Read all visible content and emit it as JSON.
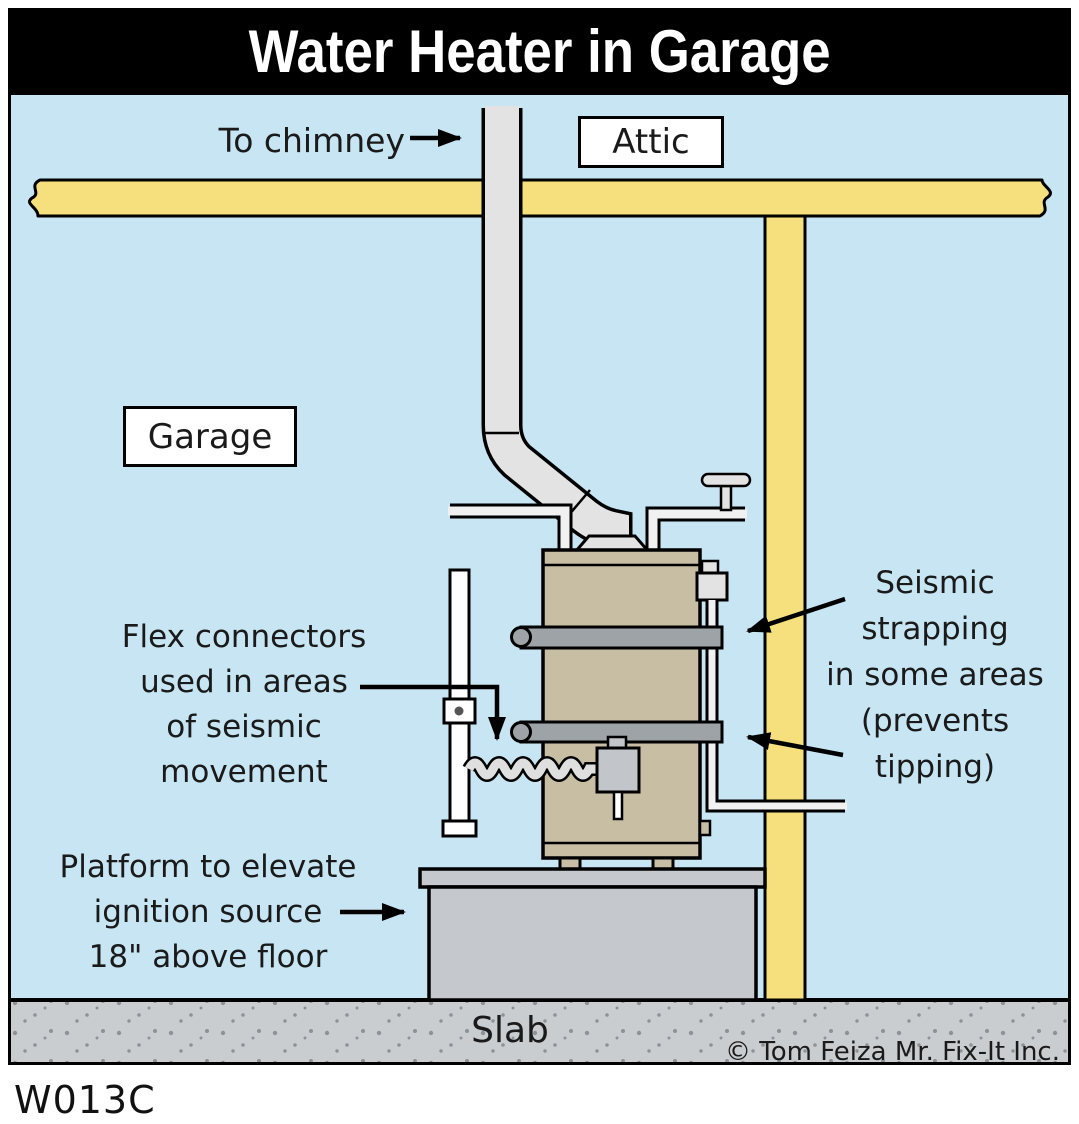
{
  "title": "Water Heater in Garage",
  "doc_code": "W013C",
  "copyright": "© Tom Feiza Mr. Fix-It Inc.",
  "labels": {
    "to_chimney": "To chimney",
    "attic": "Attic",
    "garage": "Garage",
    "slab": "Slab",
    "flex_connector": [
      "Flex connectors",
      "used in areas",
      "of seismic",
      "movement"
    ],
    "seismic_strapping": [
      "Seismic",
      "strapping",
      "in some areas",
      "(prevents",
      "tipping)"
    ],
    "platform": [
      "Platform to elevate",
      "ignition source",
      "18\" above floor"
    ]
  },
  "colors": {
    "background": "#C7E5F2",
    "title-bg": "#000000",
    "title-text": "#FFFFFF",
    "wood": "#F5E07D",
    "heater": "#C7BEA3",
    "platform": "#C5C8CC",
    "slab": "#CACDD0",
    "speckle": "#8E9296",
    "strap": "#9EA3A8",
    "pipe": "#E3E3E3",
    "ink": "#1A1A1A"
  }
}
